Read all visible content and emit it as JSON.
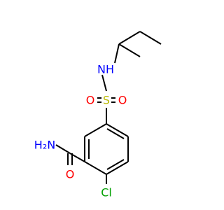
{
  "molecule": {
    "atoms": {
      "NH": {
        "text": "NH",
        "color": "#0000ff"
      },
      "S": {
        "text": "S",
        "color": "#b8b800"
      },
      "O_left": {
        "text": "O",
        "color": "#ff0000"
      },
      "O_right": {
        "text": "O",
        "color": "#ff0000"
      },
      "NH2": {
        "text": "H₂N",
        "color": "#0000ff"
      },
      "O_amide": {
        "text": "O",
        "color": "#ff0000"
      },
      "Cl": {
        "text": "Cl",
        "color": "#00a000"
      }
    }
  }
}
